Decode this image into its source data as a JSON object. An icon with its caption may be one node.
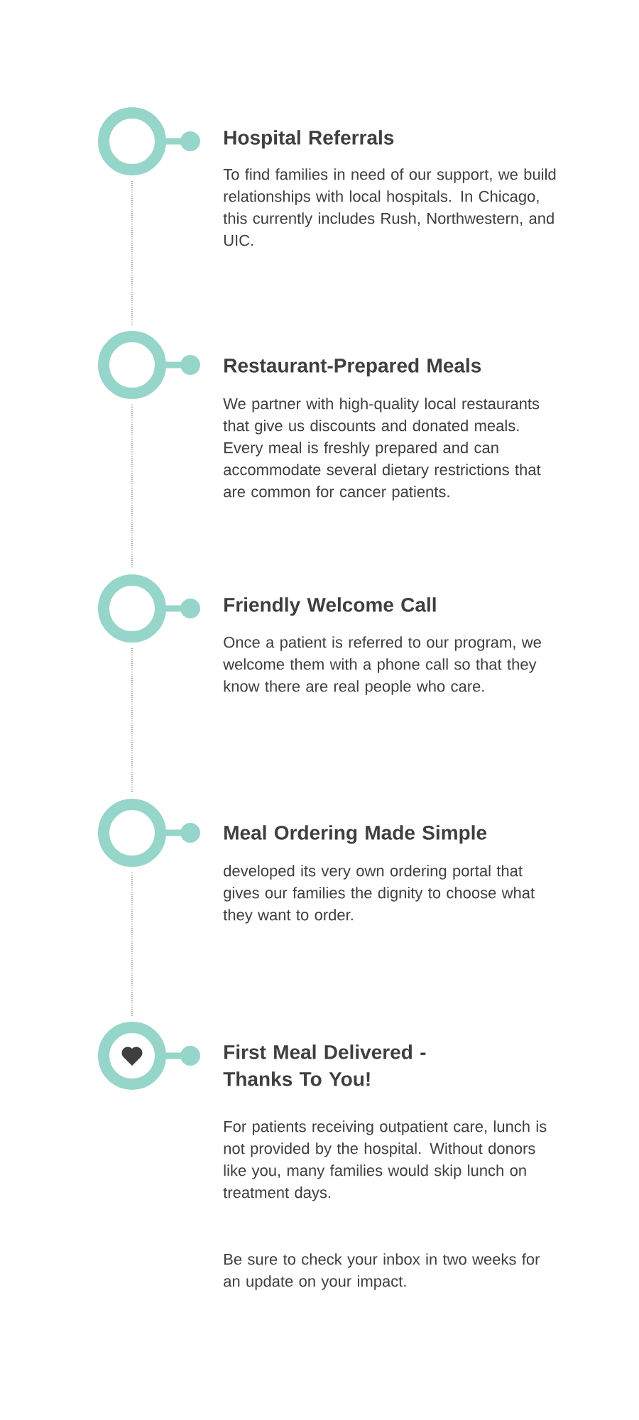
{
  "diagram": {
    "nodes": [
      {
        "text": [],
        "shape": "circle",
        "beside": [
          "Hospital Referrals",
          "To find families in need of our support, we build relationships with local hospitals. In Chicago, this currently includes Rush, Northwestern, and UIC."
        ]
      },
      {
        "text": [],
        "shape": "circle",
        "beside": [
          "Restaurant-Prepared Meals",
          "We partner with high-quality local restaurants that give us discounts and donated meals. Every meal is freshly prepared and can accommodate several dietary restrictions that are common for cancer patients."
        ]
      },
      {
        "text": [],
        "shape": "circle",
        "beside": [
          "Friendly Welcome Call",
          "Once a patient is referred to our program, we welcome them with a phone call so that they know there are real people who care."
        ]
      },
      {
        "text": [],
        "shape": "circle",
        "beside": [
          "Meal Ordering Made Simple",
          "developed its very own ordering portal that gives our families the dignity to choose what they want to order."
        ]
      },
      {
        "text": [],
        "shape": "circle",
        "beside": [
          "First Meal Delivered - Thanks To You!",
          "For patients receiving outpatient care, lunch is not provided by the hospital. Without donors like you, many families would skip lunch on treatment days.",
          "Be sure to check your inbox in two weeks for an update on your impact."
        ]
      }
    ],
    "edges": [
      {
        "from": 0,
        "to": 1,
        "arrow": "none",
        "style": "dashed"
      },
      {
        "from": 1,
        "to": 2,
        "arrow": "none",
        "style": "dashed"
      },
      {
        "from": 2,
        "to": 3,
        "arrow": "none",
        "style": "dashed"
      },
      {
        "from": 3,
        "to": 4,
        "arrow": "none",
        "style": "dashed"
      }
    ]
  }
}
